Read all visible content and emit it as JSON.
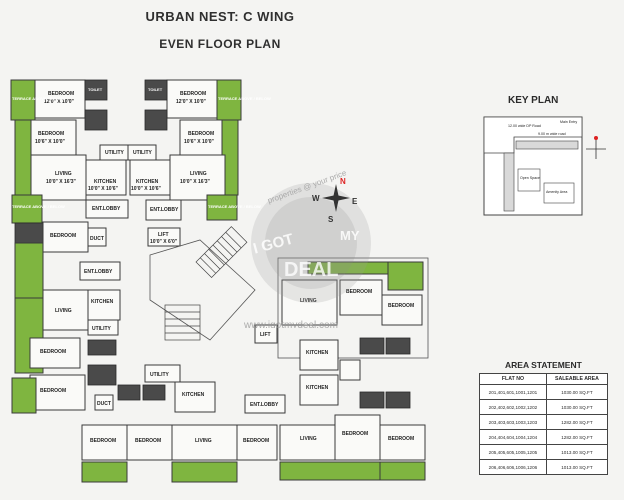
{
  "header": {
    "title": "URBAN NEST: C WING",
    "subtitle": "EVEN FLOOR PLAN"
  },
  "plan_labels": {
    "terrace": "TERRACE ABOVE / BELOW",
    "bedroom": "BEDROOM",
    "living": "LIVING",
    "kitchen": "KITCHEN",
    "toilet": "TOILET",
    "utility": "UTILITY",
    "entlobby": "ENT.LOBBY",
    "lift": "LIFT",
    "duct": "DUCT",
    "size_bed_a": "12'0\" X 10'0\"",
    "size_bed_b": "10'6\" X 10'0\"",
    "size_living": "10'0\" X 16'3\"",
    "size_kitchen": "10'0\" X 10'6\"",
    "size_lift": "10'0\" X 6'0\""
  },
  "watermark": {
    "text_top": "properties @ your price",
    "text_main_1": "I GOT",
    "text_main_2": "MY",
    "text_main_3": "DEAL",
    "url": "www.igotmydeal.com",
    "compass": [
      "N",
      "W",
      "E",
      "S"
    ]
  },
  "key_plan": {
    "title": "KEY PLAN",
    "labels": [
      "12.00 wide DP Road",
      "Main Entry",
      "9.00 m wide road",
      "Open Space",
      "Amenity Area"
    ]
  },
  "area_statement": {
    "title": "AREA STATEMENT",
    "headers": [
      "FLAT NO",
      "SALEABLE AREA"
    ],
    "rows": [
      [
        "201,401,601,1001,1201",
        "1030.00 SQ.FT"
      ],
      [
        "202,402,602,1002,1202",
        "1030.00 SQ.FT"
      ],
      [
        "203,403,603,1003,1203",
        "1282.00 SQ.FT"
      ],
      [
        "204,404,604,1004,1204",
        "1282.00 SQ.FT"
      ],
      [
        "205,405,605,1005,1205",
        "1013.00 SQ.FT"
      ],
      [
        "206,406,606,1006,1206",
        "1013.00 SQ.FT"
      ]
    ]
  },
  "colors": {
    "terrace": "#7fb540",
    "toilet": "#4a4a4a",
    "wall": "#3a3a3a"
  }
}
